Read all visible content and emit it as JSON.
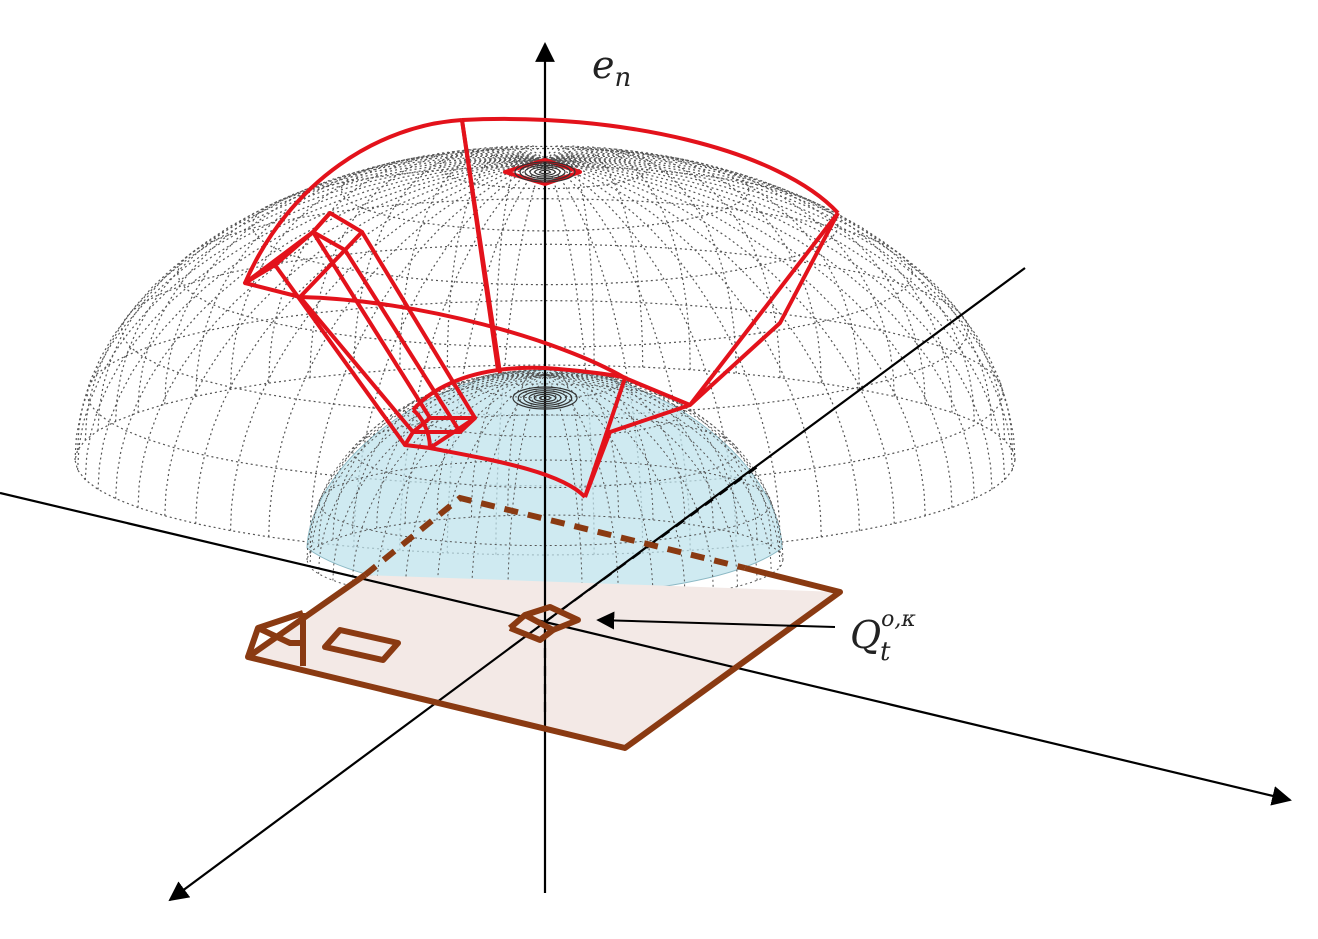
{
  "labels": {
    "axis_vertical_main": "e",
    "axis_vertical_sub": "n",
    "cube_main": "Q",
    "cube_sub": "t",
    "cube_sup": "o,κ"
  },
  "colors": {
    "wire_red": "#e3121b",
    "box_brown": "#8a3a12",
    "plane_fill": "#f3e9e6",
    "inner_dome_fill": "#bfe3ec",
    "axes": "#000000",
    "mesh_gray": "#555555"
  },
  "icons": [
    "arrowhead",
    "pointer-arrow"
  ]
}
